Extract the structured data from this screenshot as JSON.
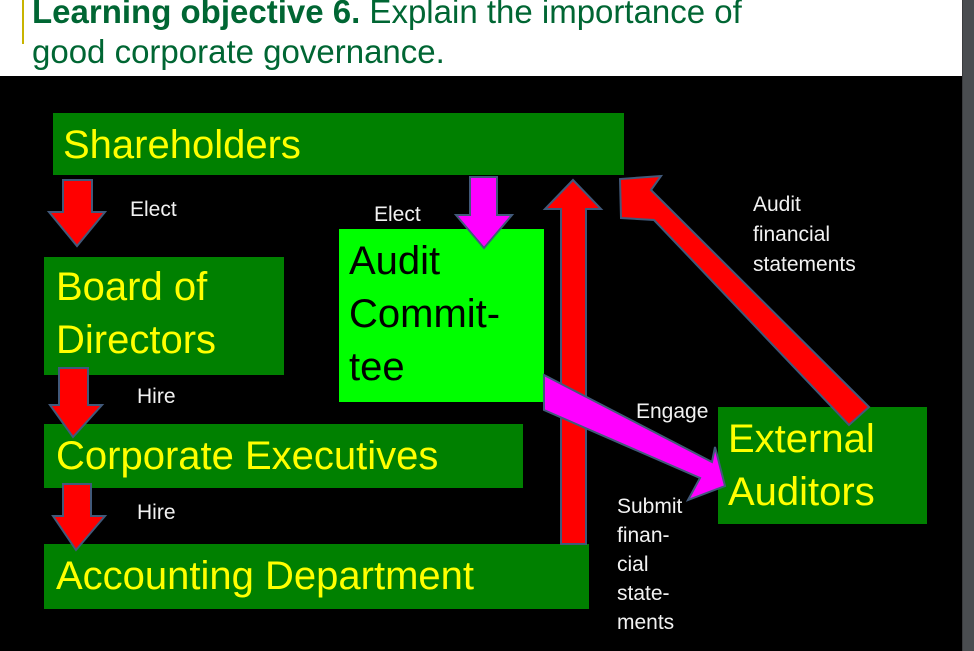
{
  "header": {
    "title_bold": "Learning objective 6.",
    "title_line1": " Explain the importance of",
    "title_line2": "good corporate governance."
  },
  "diagram": {
    "nodes": {
      "shareholders": "Shareholders",
      "board_line1": "Board of",
      "board_line2": "Directors",
      "executives": "Corporate Executives",
      "accounting": "Accounting Department",
      "audit_line1": "Audit",
      "audit_line2": "Commit-",
      "audit_line3": "tee",
      "auditors_line1": "External",
      "auditors_line2": "Auditors"
    },
    "edge_labels": {
      "elect_board": "Elect",
      "elect_audit": "Elect",
      "hire_exec": "Hire",
      "hire_accounting": "Hire",
      "engage": "Engage",
      "audit_fs": [
        "Audit",
        "financial",
        "statements"
      ],
      "submit_fs": [
        "Submit",
        "finan-",
        "cial",
        "state-",
        "ments"
      ]
    },
    "colors": {
      "node_fill": "#008000",
      "node_text": "#ffff00",
      "audit_fill": "#00ff00",
      "arrow_red": "#ff0000",
      "arrow_magenta": "#ff00ff",
      "arrow_outline": "#41597a"
    }
  }
}
